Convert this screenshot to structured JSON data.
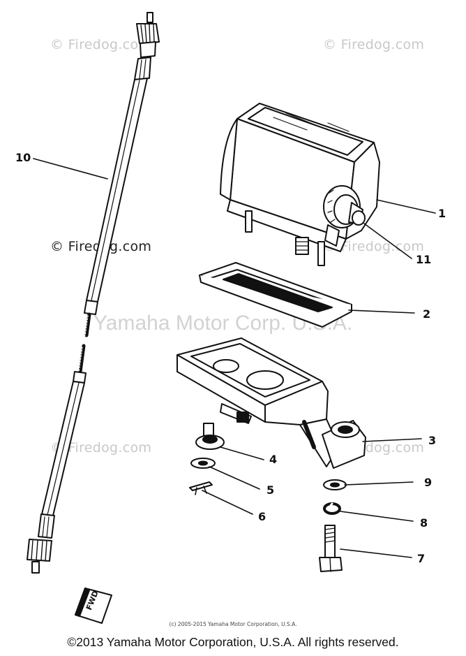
{
  "watermarks": {
    "firedog_light": "© Firedog.com",
    "firedog_dark": "© Firedog.com",
    "yamaha": "Yamaha Motor Corp. U.S.A."
  },
  "callouts": [
    "1",
    "2",
    "3",
    "4",
    "5",
    "6",
    "7",
    "8",
    "9",
    "10",
    "11"
  ],
  "fwd_label": "FWD",
  "small_copyright": "(c) 2005-2015 Yamaha Motor Corporation, U.S.A.",
  "footer_copyright": "©2013 Yamaha Motor Corporation, U.S.A. All rights reserved."
}
